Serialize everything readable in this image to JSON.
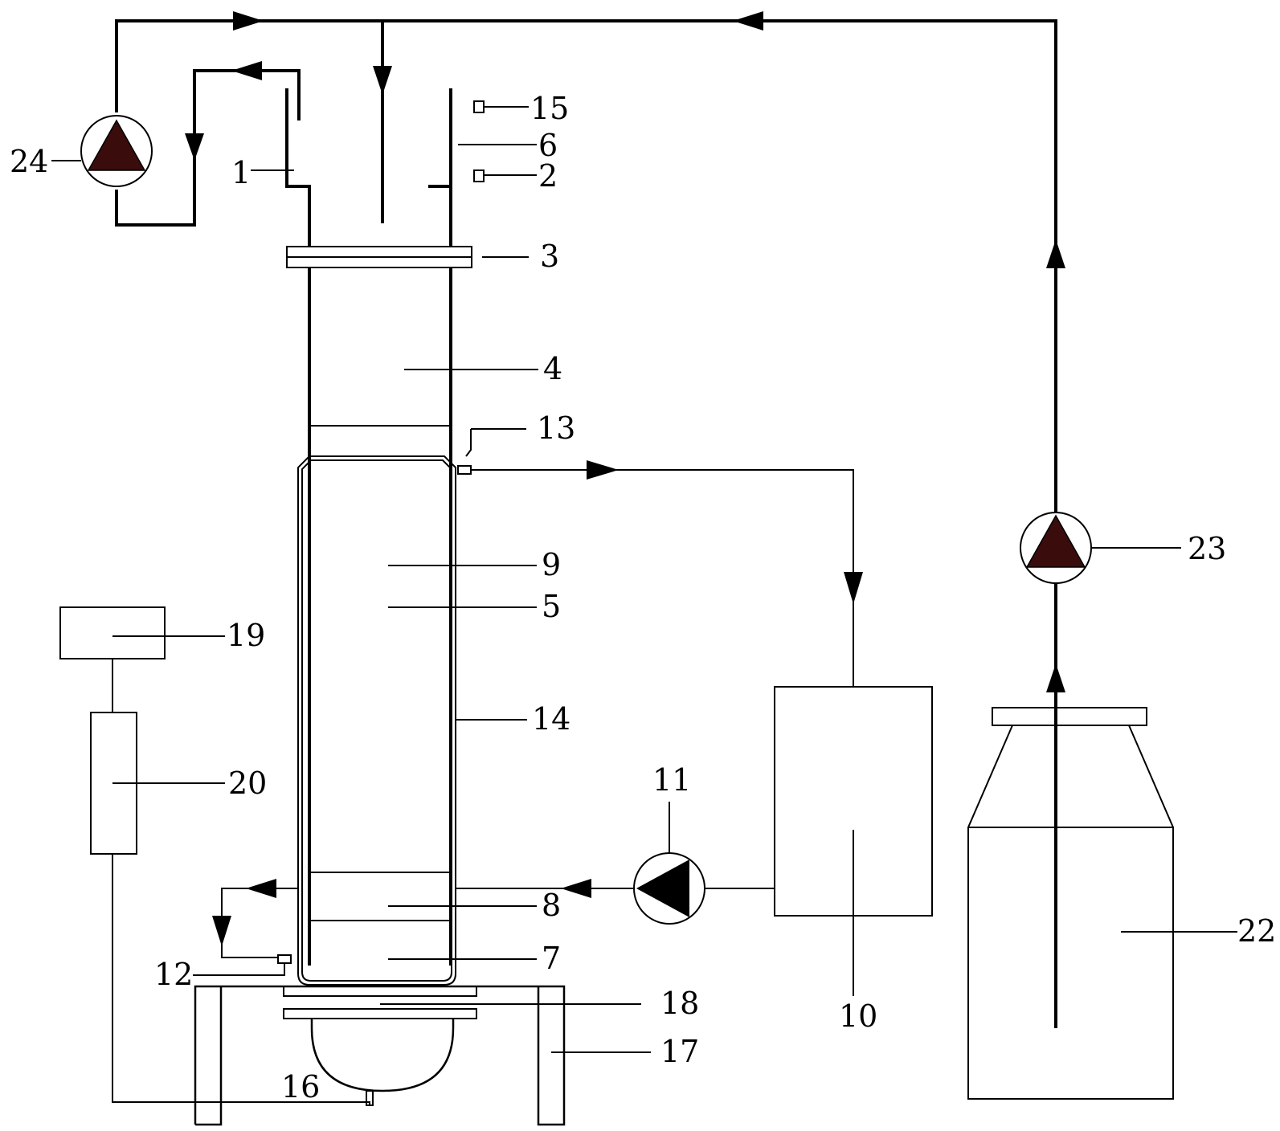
{
  "labels": {
    "l1": "1",
    "l2": "2",
    "l3": "3",
    "l4": "4",
    "l5": "5",
    "l6": "6",
    "l7": "7",
    "l8": "8",
    "l9": "9",
    "l10": "10",
    "l11": "11",
    "l12": "12",
    "l13": "13",
    "l14": "14",
    "l15": "15",
    "l16": "16",
    "l17": "17",
    "l18": "18",
    "l19": "19",
    "l20": "20",
    "l22": "22",
    "l23": "23",
    "l24": "24"
  },
  "colors": {
    "line": "#000000",
    "pump_fill": "#3a0c0c",
    "background": "#ffffff"
  }
}
